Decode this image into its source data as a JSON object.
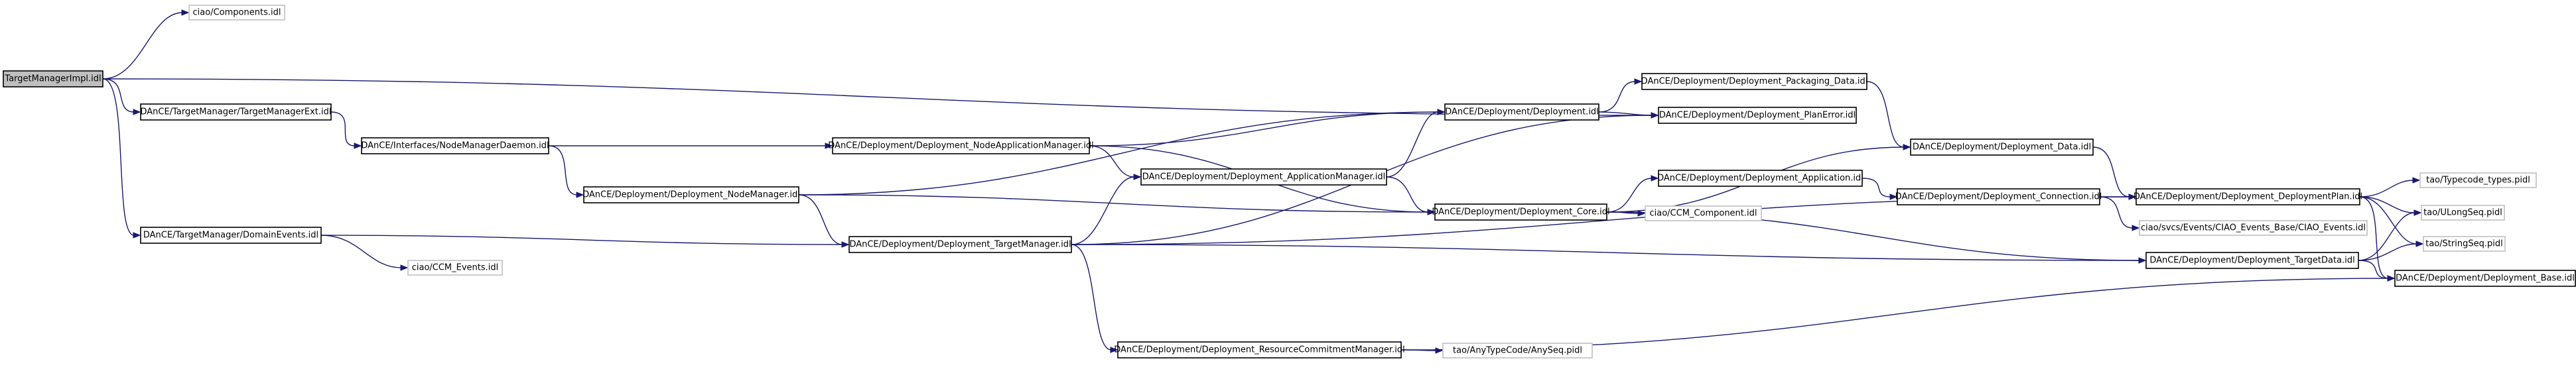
{
  "graph": {
    "colors": {
      "edge": "#191970",
      "node_border": "#000000",
      "external_border": "#bfbfbf",
      "root_fill": "#bfbfbf",
      "background": "#ffffff"
    },
    "nodes": [
      {
        "id": "target_manager_impl",
        "label": "TargetManagerImpl.idl",
        "kind": "root"
      },
      {
        "id": "ciao_components",
        "label": "ciao/Components.idl",
        "kind": "external"
      },
      {
        "id": "target_manager_ext",
        "label": "DAnCE/TargetManager/TargetManagerExt.idl",
        "kind": "normal"
      },
      {
        "id": "node_manager_daemon",
        "label": "DAnCE/Interfaces/NodeManagerDaemon.idl",
        "kind": "normal"
      },
      {
        "id": "domain_events",
        "label": "DAnCE/TargetManager/DomainEvents.idl",
        "kind": "normal"
      },
      {
        "id": "ccm_events",
        "label": "ciao/CCM_Events.idl",
        "kind": "external"
      },
      {
        "id": "node_manager",
        "label": "DAnCE/Deployment/Deployment_NodeManager.idl",
        "kind": "normal"
      },
      {
        "id": "target_manager",
        "label": "DAnCE/Deployment/Deployment_TargetManager.idl",
        "kind": "normal"
      },
      {
        "id": "node_application_manager",
        "label": "DAnCE/Deployment/Deployment_NodeApplicationManager.idl",
        "kind": "normal"
      },
      {
        "id": "application_manager",
        "label": "DAnCE/Deployment/Deployment_ApplicationManager.idl",
        "kind": "normal"
      },
      {
        "id": "resource_commitment_manager",
        "label": "DAnCE/Deployment/Deployment_ResourceCommitmentManager.idl",
        "kind": "normal"
      },
      {
        "id": "any_seq",
        "label": "tao/AnyTypeCode/AnySeq.pidl",
        "kind": "external"
      },
      {
        "id": "deployment",
        "label": "DAnCE/Deployment/Deployment.idl",
        "kind": "normal"
      },
      {
        "id": "deployment_core",
        "label": "DAnCE/Deployment/Deployment_Core.idl",
        "kind": "normal"
      },
      {
        "id": "ccm_component",
        "label": "ciao/CCM_Component.idl",
        "kind": "external"
      },
      {
        "id": "packaging_data",
        "label": "DAnCE/Deployment/Deployment_Packaging_Data.idl",
        "kind": "normal"
      },
      {
        "id": "plan_error",
        "label": "DAnCE/Deployment/Deployment_PlanError.idl",
        "kind": "normal"
      },
      {
        "id": "deployment_application",
        "label": "DAnCE/Deployment/Deployment_Application.idl",
        "kind": "normal"
      },
      {
        "id": "deployment_data",
        "label": "DAnCE/Deployment/Deployment_Data.idl",
        "kind": "normal"
      },
      {
        "id": "deployment_connection",
        "label": "DAnCE/Deployment/Deployment_Connection.idl",
        "kind": "normal"
      },
      {
        "id": "ciao_events",
        "label": "ciao/svcs/Events/CIAO_Events_Base/CIAO_Events.idl",
        "kind": "external"
      },
      {
        "id": "deployment_plan",
        "label": "DAnCE/Deployment/Deployment_DeploymentPlan.idl",
        "kind": "normal"
      },
      {
        "id": "target_data",
        "label": "DAnCE/Deployment/Deployment_TargetData.idl",
        "kind": "normal"
      },
      {
        "id": "typecode_types",
        "label": "tao/Typecode_types.pidl",
        "kind": "external"
      },
      {
        "id": "ulong_seq",
        "label": "tao/ULongSeq.pidl",
        "kind": "external"
      },
      {
        "id": "string_seq",
        "label": "tao/StringSeq.pidl",
        "kind": "external"
      },
      {
        "id": "deployment_base",
        "label": "DAnCE/Deployment/Deployment_Base.idl",
        "kind": "normal"
      }
    ],
    "edges": [
      {
        "from": "target_manager_impl",
        "to": "ciao_components"
      },
      {
        "from": "target_manager_impl",
        "to": "plan_error"
      },
      {
        "from": "target_manager_impl",
        "to": "target_manager_ext"
      },
      {
        "from": "target_manager_impl",
        "to": "domain_events"
      },
      {
        "from": "target_manager_ext",
        "to": "node_manager_daemon"
      },
      {
        "from": "node_manager_daemon",
        "to": "node_application_manager"
      },
      {
        "from": "node_manager_daemon",
        "to": "node_manager"
      },
      {
        "from": "domain_events",
        "to": "target_manager"
      },
      {
        "from": "domain_events",
        "to": "ccm_events"
      },
      {
        "from": "node_manager",
        "to": "deployment"
      },
      {
        "from": "node_manager",
        "to": "deployment_core"
      },
      {
        "from": "node_manager",
        "to": "target_manager"
      },
      {
        "from": "node_application_manager",
        "to": "deployment"
      },
      {
        "from": "node_application_manager",
        "to": "application_manager"
      },
      {
        "from": "node_application_manager",
        "to": "deployment_core"
      },
      {
        "from": "application_manager",
        "to": "deployment"
      },
      {
        "from": "application_manager",
        "to": "deployment_core"
      },
      {
        "from": "target_manager",
        "to": "application_manager"
      },
      {
        "from": "target_manager",
        "to": "plan_error"
      },
      {
        "from": "target_manager",
        "to": "deployment_plan"
      },
      {
        "from": "target_manager",
        "to": "target_data"
      },
      {
        "from": "target_manager",
        "to": "resource_commitment_manager"
      },
      {
        "from": "resource_commitment_manager",
        "to": "any_seq"
      },
      {
        "from": "resource_commitment_manager",
        "to": "deployment_base"
      },
      {
        "from": "deployment",
        "to": "packaging_data"
      },
      {
        "from": "deployment",
        "to": "plan_error"
      },
      {
        "from": "deployment_core",
        "to": "deployment_data"
      },
      {
        "from": "deployment_core",
        "to": "deployment_application"
      },
      {
        "from": "deployment_core",
        "to": "ccm_component"
      },
      {
        "from": "deployment_core",
        "to": "target_data"
      },
      {
        "from": "packaging_data",
        "to": "deployment_data"
      },
      {
        "from": "deployment_data",
        "to": "deployment_plan"
      },
      {
        "from": "deployment_application",
        "to": "deployment_connection"
      },
      {
        "from": "deployment_connection",
        "to": "deployment_plan"
      },
      {
        "from": "deployment_connection",
        "to": "ciao_events"
      },
      {
        "from": "deployment_plan",
        "to": "typecode_types"
      },
      {
        "from": "deployment_plan",
        "to": "ulong_seq"
      },
      {
        "from": "deployment_plan",
        "to": "string_seq"
      },
      {
        "from": "deployment_plan",
        "to": "deployment_base"
      },
      {
        "from": "target_data",
        "to": "ulong_seq"
      },
      {
        "from": "target_data",
        "to": "string_seq"
      },
      {
        "from": "target_data",
        "to": "deployment_base"
      }
    ]
  }
}
